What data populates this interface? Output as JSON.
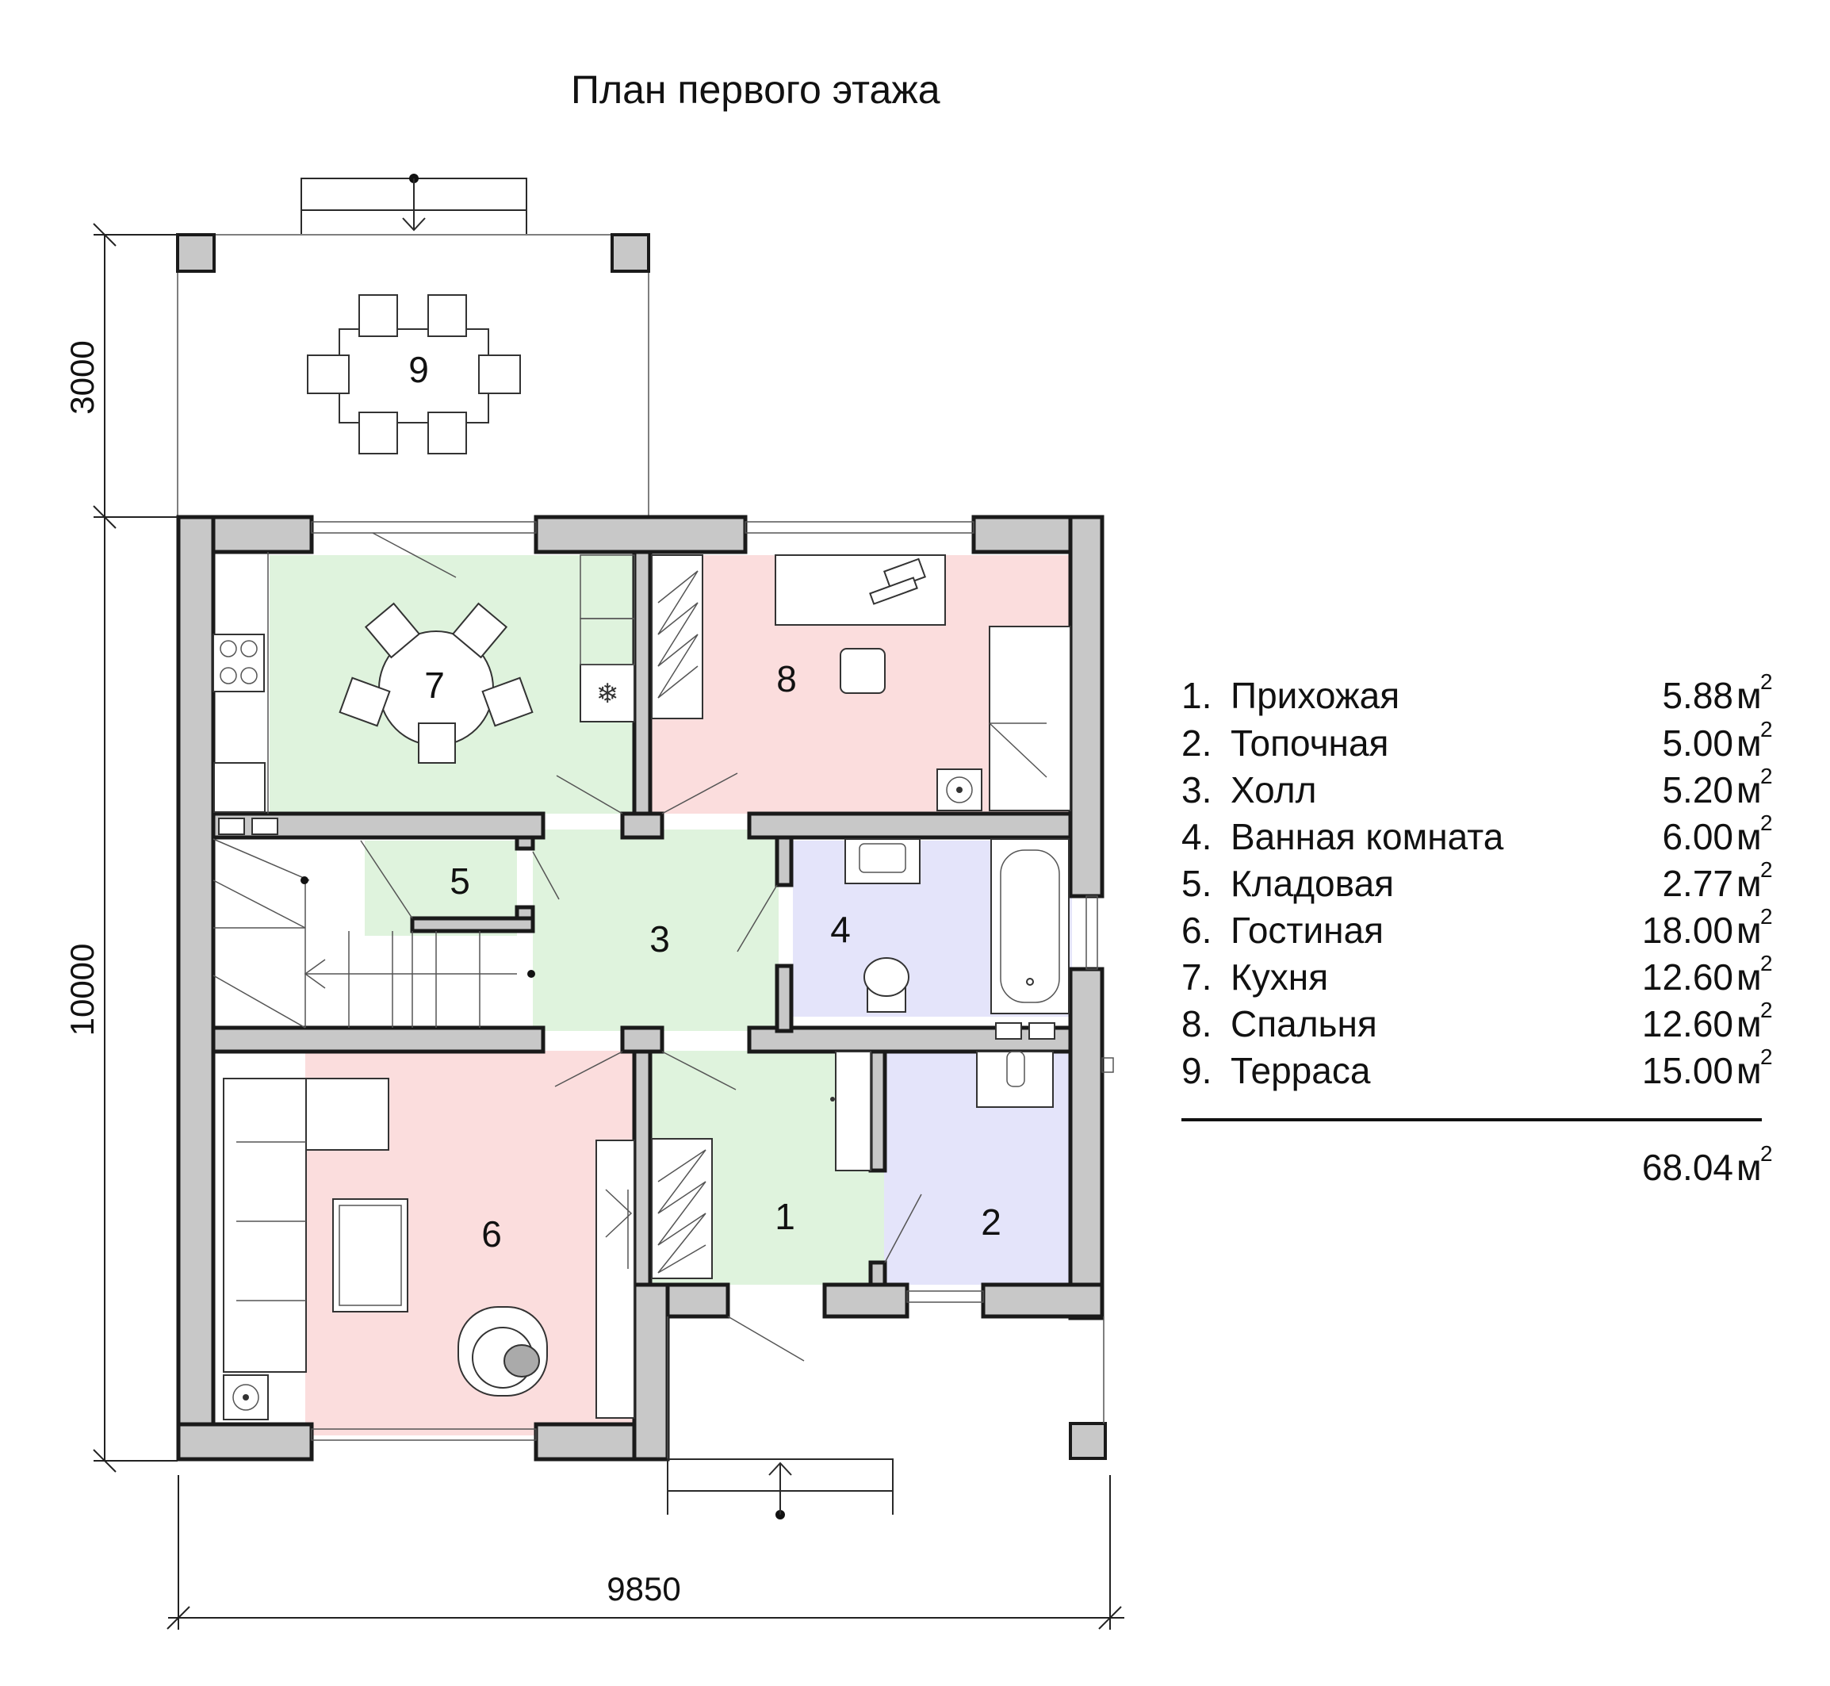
{
  "title": "План первого этажа",
  "dimensions": {
    "terrace_depth": "3000",
    "house_depth": "10000",
    "house_width": "9850"
  },
  "room_numbers": {
    "r1": "1",
    "r2": "2",
    "r3": "3",
    "r4": "4",
    "r5": "5",
    "r6": "6",
    "r7": "7",
    "r8": "8",
    "r9": "9"
  },
  "colors": {
    "green": "#dff3dd",
    "pink": "#fbdddd",
    "blue": "#e4e4fa",
    "wall": "#c8c8c8"
  },
  "legend": {
    "unit": "м",
    "sup": "2",
    "items": [
      {
        "num": "1.",
        "name": "Прихожая",
        "area": "5.88"
      },
      {
        "num": "2.",
        "name": "Топочная",
        "area": "5.00"
      },
      {
        "num": "3.",
        "name": "Холл",
        "area": "5.20"
      },
      {
        "num": "4.",
        "name": "Ванная комната",
        "area": "6.00"
      },
      {
        "num": "5.",
        "name": "Кладовая",
        "area": "2.77"
      },
      {
        "num": "6.",
        "name": "Гостиная",
        "area": "18.00"
      },
      {
        "num": "7.",
        "name": "Кухня",
        "area": "12.60"
      },
      {
        "num": "8.",
        "name": "Спальня",
        "area": "12.60"
      },
      {
        "num": "9.",
        "name": "Терраса",
        "area": "15.00"
      }
    ],
    "total": "68.04"
  }
}
